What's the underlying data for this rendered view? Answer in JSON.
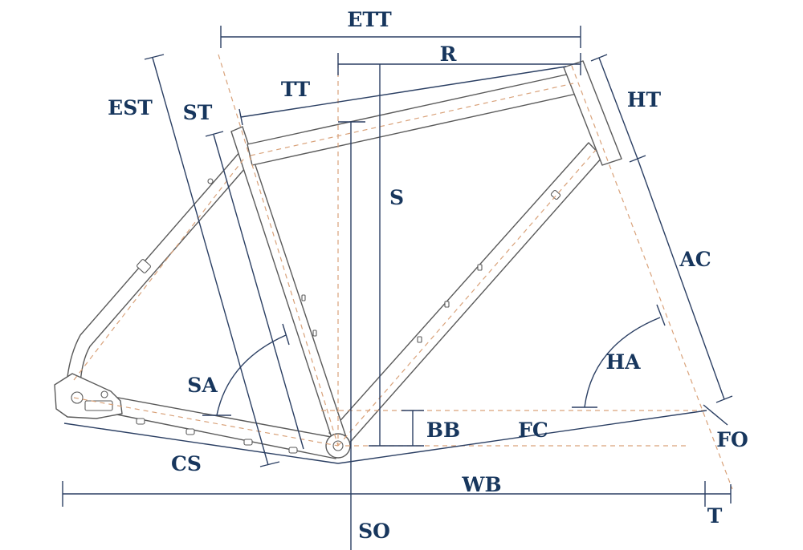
{
  "labels": {
    "ett": "ETT",
    "r": "R",
    "tt": "TT",
    "ht": "HT",
    "est": "EST",
    "st": "ST",
    "s": "S",
    "ac": "AC",
    "ha": "HA",
    "sa": "SA",
    "bb": "BB",
    "fc": "FC",
    "fo": "FO",
    "cs": "CS",
    "wb": "WB",
    "so": "SO",
    "t": "T"
  },
  "colors": {
    "label": "#17365d",
    "dimension_line": "#2b3f63",
    "centerline": "#d9a27a",
    "frame_outline": "#5a5a5a"
  }
}
